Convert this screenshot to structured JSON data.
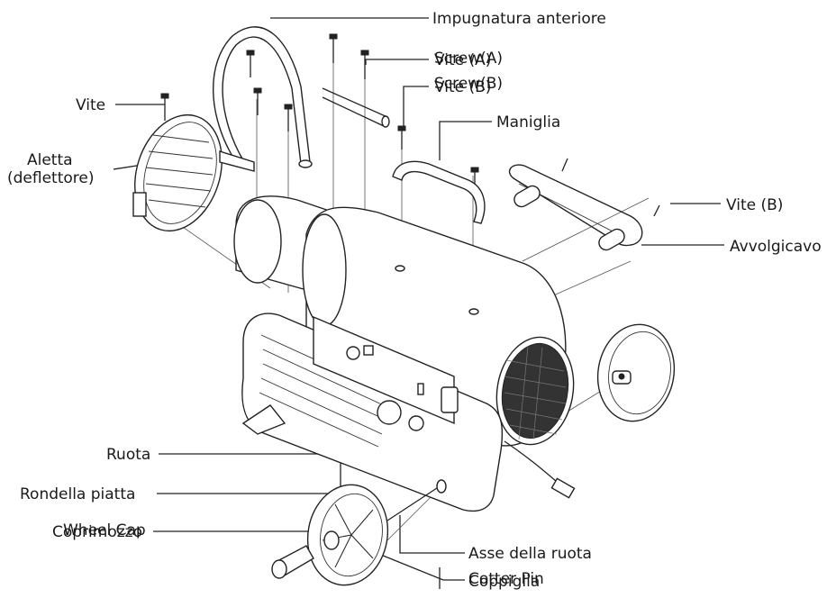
{
  "labels": {
    "front_handle": "Impugnatura anteriore",
    "screw_a_en": "Screw(A)",
    "screw_a_it": "Vite (A)",
    "screw_b_en": "Screw(B)",
    "screw_b_it": "Vite (B)",
    "screw": "Vite",
    "louver_line1": "Aletta",
    "louver_line2": "(deflettore)",
    "handle": "Maniglia",
    "screw_b_right": "Vite (B)",
    "cord_wrap": "Avvolgicavo",
    "wheel": "Ruota",
    "flat_washer": "Rondella piatta",
    "wheel_cap_en": "Wheel Cap",
    "wheel_cap_it": "Coprimozzo",
    "wheel_axle": "Asse della ruota",
    "cotter_pin_en": "Cotter Pin",
    "cotter_pin_it": "Coppiglia"
  }
}
